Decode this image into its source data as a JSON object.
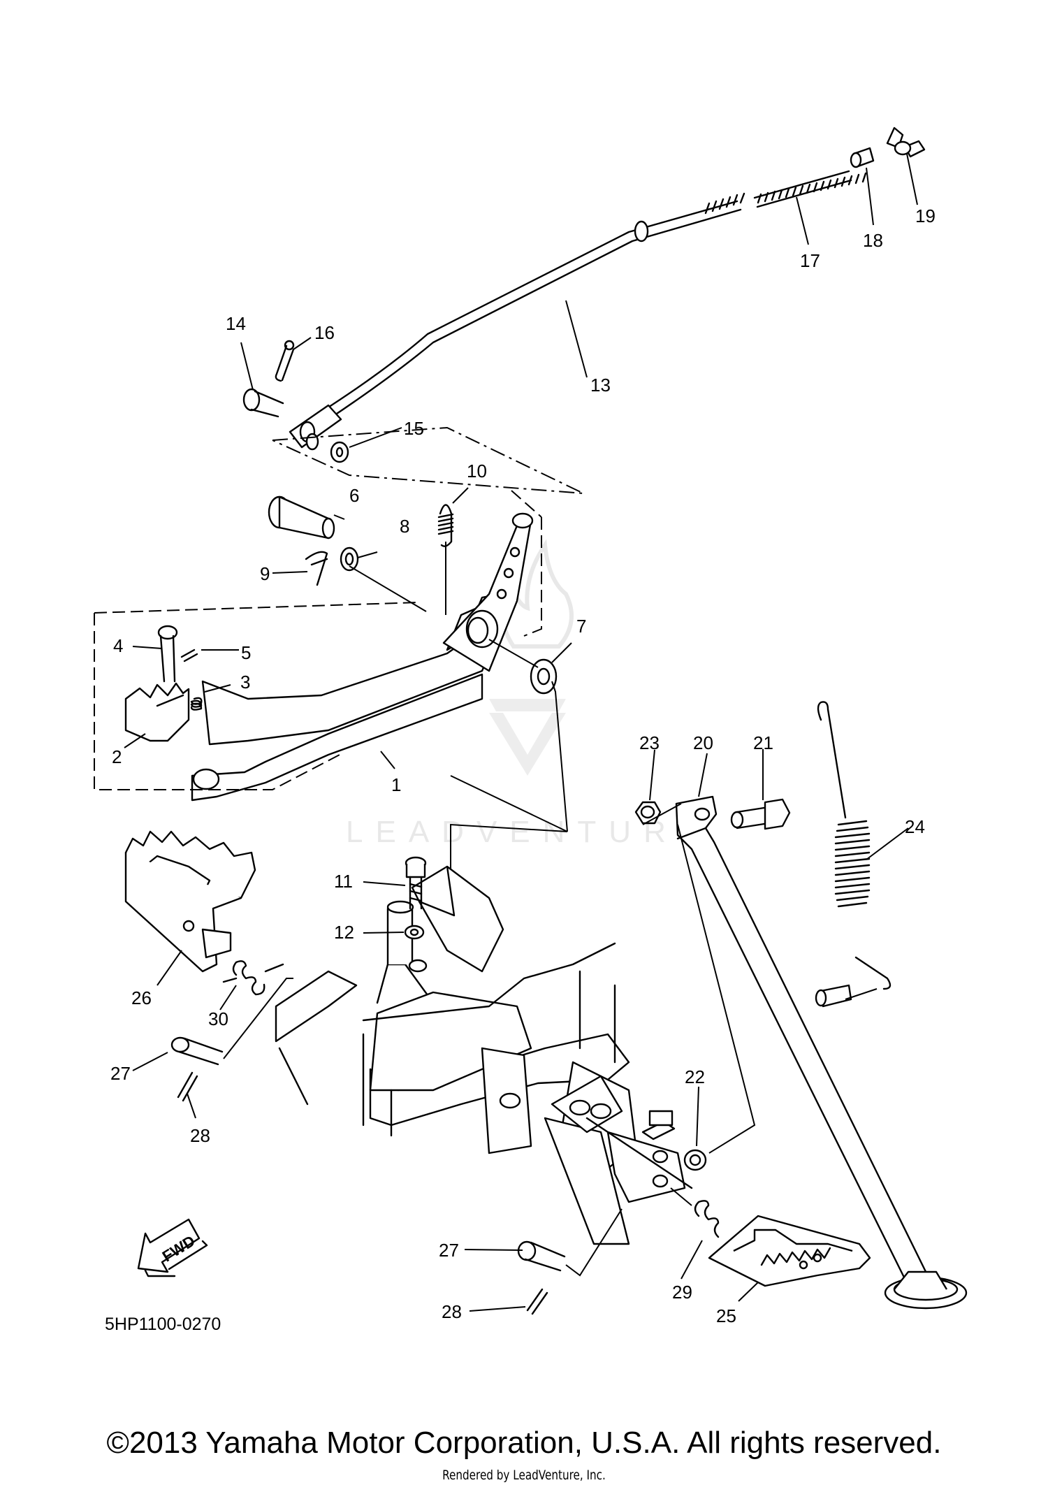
{
  "diagram": {
    "code": "5HP1100-0270",
    "fwd_label": "FWD",
    "watermark": "LEADVENTURE",
    "callouts": [
      "1",
      "2",
      "3",
      "4",
      "5",
      "6",
      "7",
      "8",
      "9",
      "10",
      "11",
      "12",
      "13",
      "14",
      "15",
      "16",
      "17",
      "18",
      "19",
      "20",
      "21",
      "22",
      "23",
      "24",
      "25",
      "26",
      "27",
      "28",
      "29",
      "30"
    ]
  },
  "footer": {
    "copyright": "©2013 Yamaha Motor Corporation, U.S.A. All rights reserved.",
    "rendered_by": "Rendered by LeadVenture, Inc."
  },
  "icons": {
    "fwd_arrow": "fwd-arrow-icon",
    "watermark_logo": "leadventure-logo-icon"
  }
}
